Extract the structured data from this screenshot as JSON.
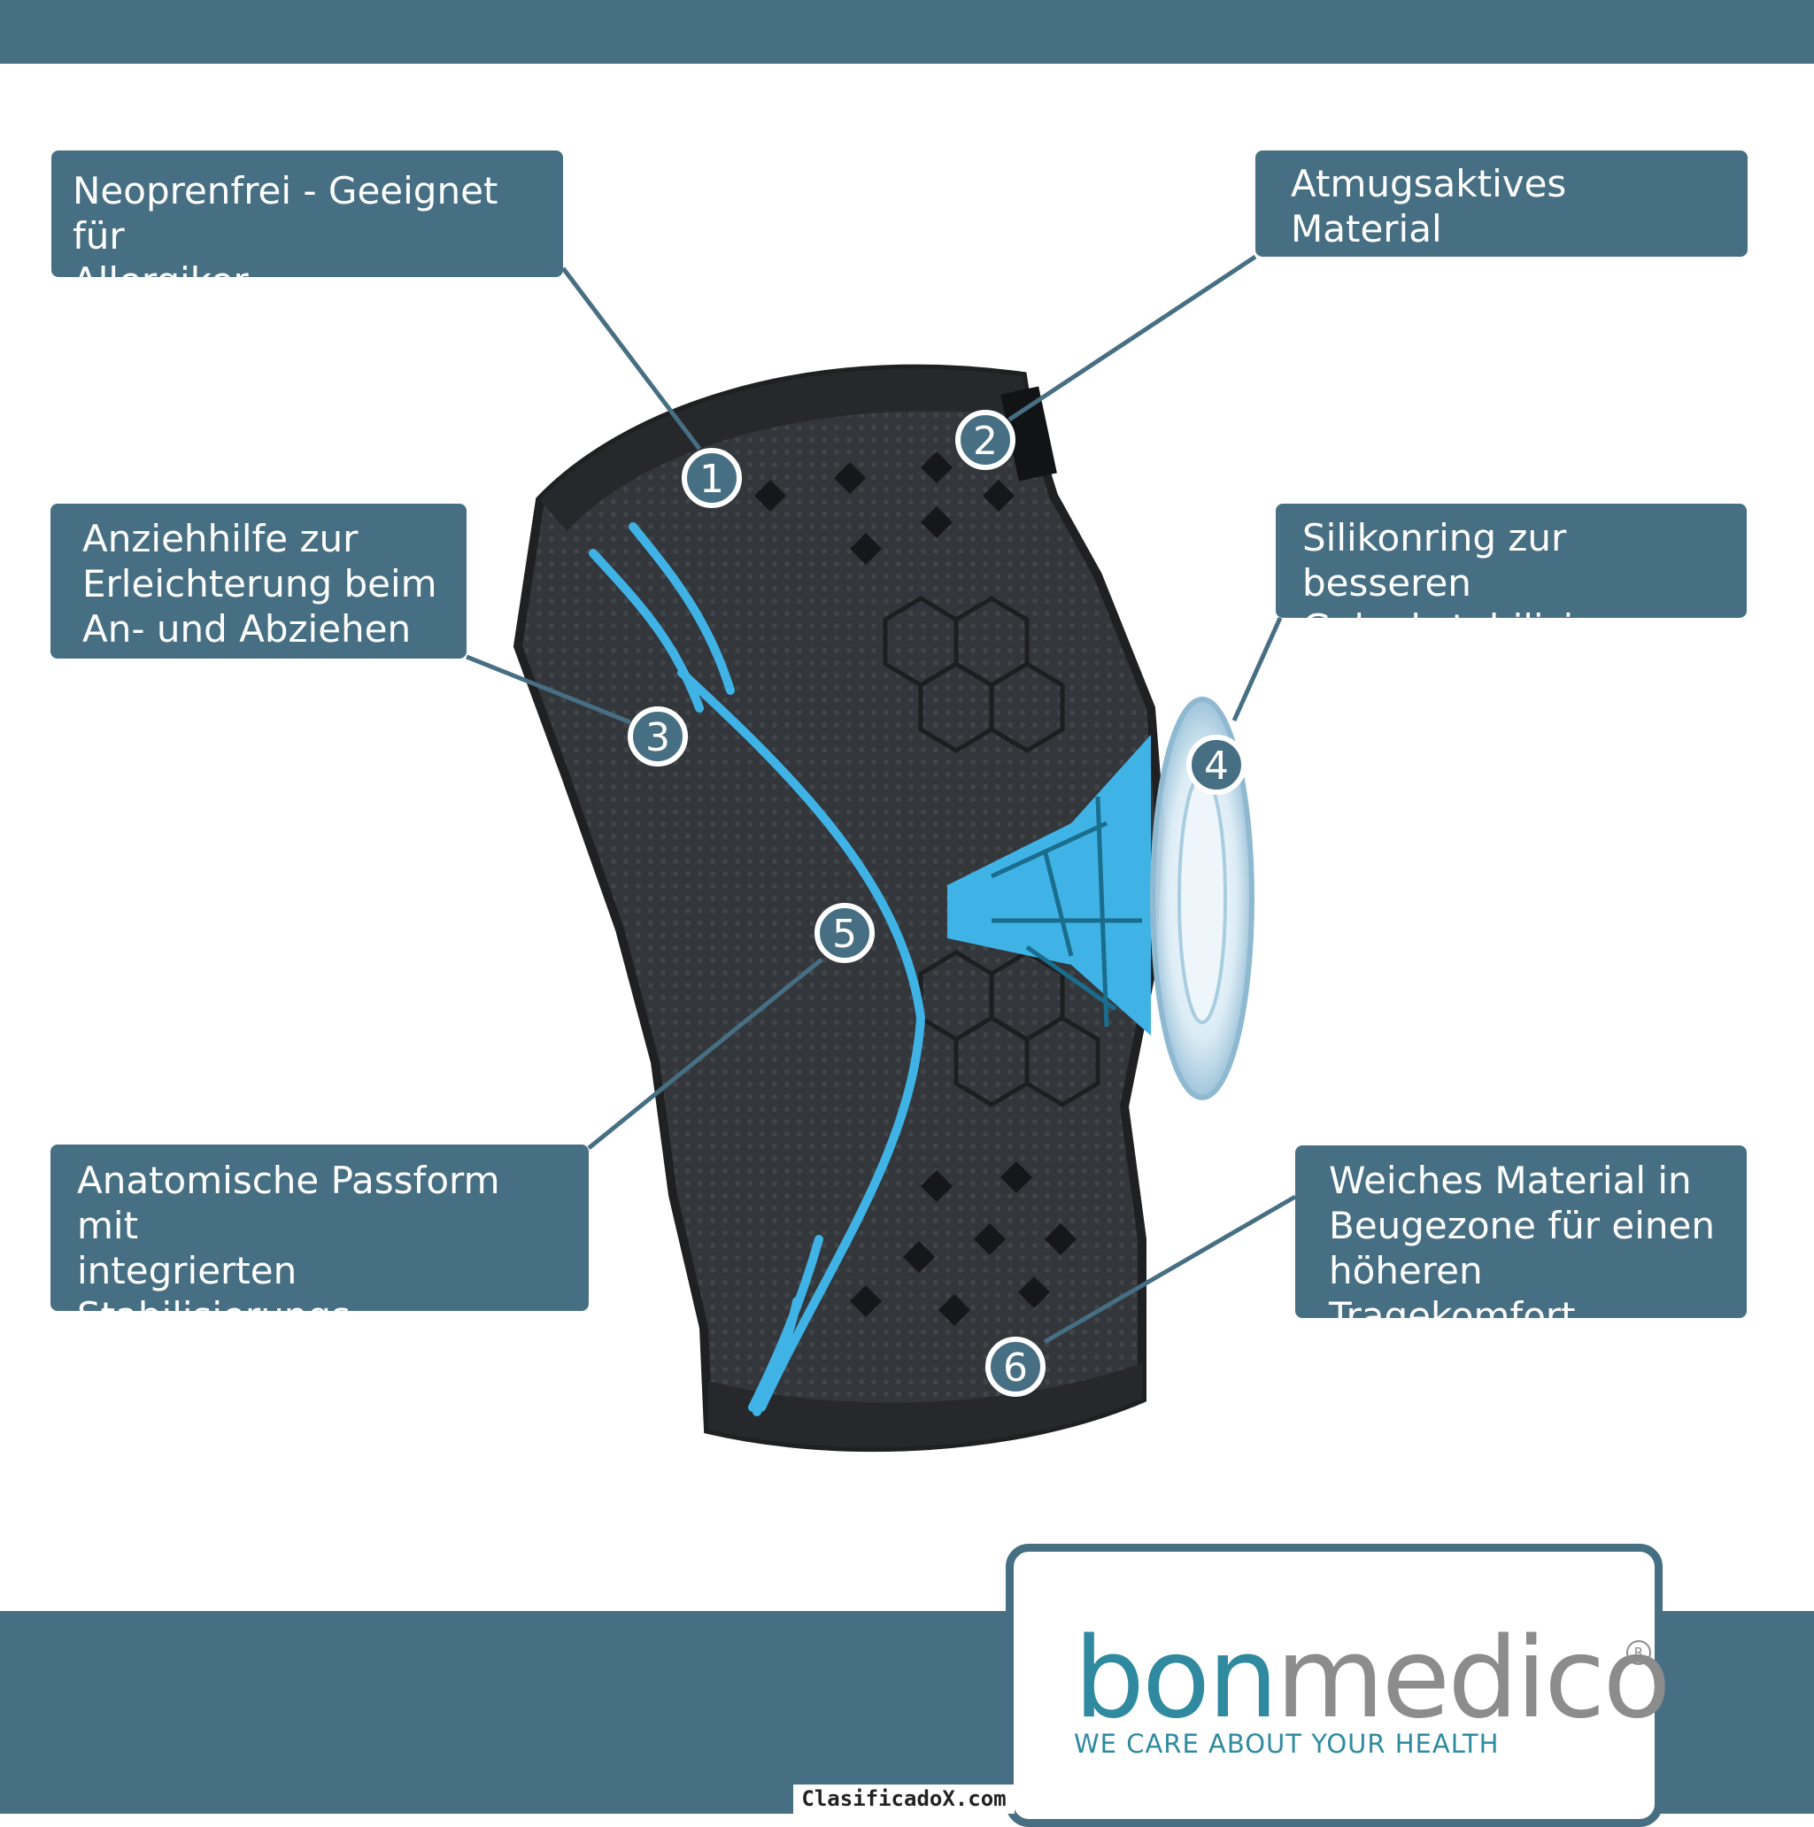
{
  "callouts": [
    {
      "number": "1",
      "text": "Neoprenfrei - Geeignet für\nAllergiker"
    },
    {
      "number": "2",
      "text": "Atmugsaktives Material\nabsorbiert Feuchtigkeit"
    },
    {
      "number": "3",
      "text": "Anziehhilfe zur\nErleichterung beim\nAn- und Abziehen"
    },
    {
      "number": "4",
      "text": "Silikonring zur besseren\nGelenkstabilisierung"
    },
    {
      "number": "5",
      "text": "Anatomische Passform mit\nintegrierten Stabilisierungs-\nstäben"
    },
    {
      "number": "6",
      "text": "Weiches Material in\nBeugezone für einen\nhöheren Tragekomfort"
    }
  ],
  "logo": {
    "name_part1": "bon",
    "name_part2": "medico",
    "registered": "R",
    "tagline": "WE CARE ABOUT YOUR HEALTH"
  },
  "watermark": "ClasificadoX.com",
  "colors": {
    "band": "#476f83",
    "accent_blue": "#3fb3e6",
    "sleeve": "#2e3033",
    "logo_teal": "#2f8aa0",
    "logo_grey": "#8c8c8c"
  }
}
